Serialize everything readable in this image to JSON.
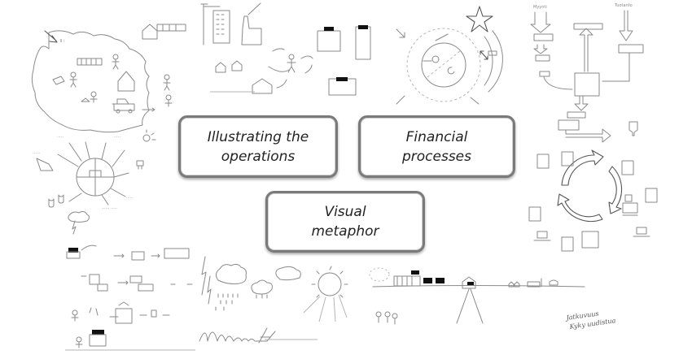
{
  "labels": {
    "operations": "Illustrating the\noperations",
    "financial": "Financial\nprocesses",
    "visual": "Visual\nmetaphor"
  },
  "sketch_panels": [
    {
      "name": "service-cloud-sketch",
      "icon": "cloud-with-people-icon"
    },
    {
      "name": "city-operations-sketch",
      "icon": "buildings-icon"
    },
    {
      "name": "circle-process-sketch",
      "icon": "star-icon"
    },
    {
      "name": "flowchart-sketch",
      "icon": "flowchart-icon"
    },
    {
      "name": "mindmap-sketch",
      "icon": "mindmap-icon"
    },
    {
      "name": "financial-cycle-sketch",
      "icon": "cycle-arrows-icon"
    },
    {
      "name": "process-chain-sketch",
      "icon": "process-chain-icon"
    },
    {
      "name": "weather-sketch",
      "icon": "weather-icon"
    },
    {
      "name": "landscape-sketch",
      "icon": "landscape-icon"
    }
  ],
  "colors": {
    "border": "#7a7a7a",
    "text": "#222222",
    "sketch": "#8a8a8a"
  }
}
